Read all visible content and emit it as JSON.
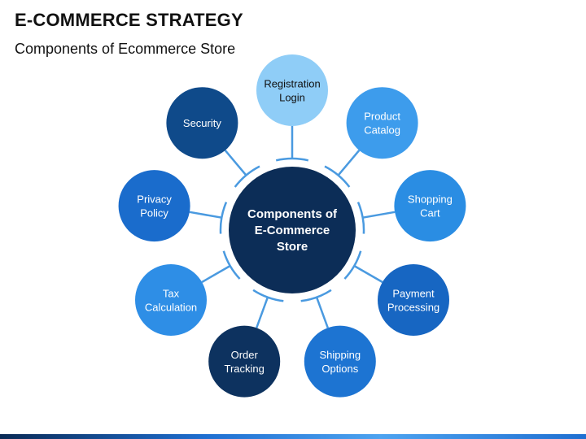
{
  "header": {
    "title": "E-COMMERCE STRATEGY",
    "subtitle": "Components of Ecommerce Store"
  },
  "center": {
    "lines": [
      "Components of",
      "E-Commerce",
      "Store"
    ],
    "color": "#0c2d57"
  },
  "nodes": [
    {
      "id": "registration-login",
      "lines": [
        "Registration",
        "Login"
      ],
      "color": "#8fcdf7",
      "text_color": "#111111",
      "angle": -90
    },
    {
      "id": "product-catalog",
      "lines": [
        "Product",
        "Catalog"
      ],
      "color": "#3d9cec",
      "text_color": "#ffffff",
      "angle": -50
    },
    {
      "id": "shopping-cart",
      "lines": [
        "Shopping",
        "Cart"
      ],
      "color": "#2a8de3",
      "text_color": "#ffffff",
      "angle": -10
    },
    {
      "id": "payment-processing",
      "lines": [
        "Payment",
        "Processing"
      ],
      "color": "#1766c2",
      "text_color": "#ffffff",
      "angle": 30
    },
    {
      "id": "shipping-options",
      "lines": [
        "Shipping",
        "Options"
      ],
      "color": "#1d74d2",
      "text_color": "#ffffff",
      "angle": 70
    },
    {
      "id": "order-tracking",
      "lines": [
        "Order",
        "Tracking"
      ],
      "color": "#0d325f",
      "text_color": "#ffffff",
      "angle": 110
    },
    {
      "id": "tax-calculation",
      "lines": [
        "Tax",
        "Calculation"
      ],
      "color": "#2e8ee6",
      "text_color": "#ffffff",
      "angle": 150
    },
    {
      "id": "privacy-policy",
      "lines": [
        "Privacy",
        "Policy"
      ],
      "color": "#1a6ccc",
      "text_color": "#ffffff",
      "angle": 190
    },
    {
      "id": "security",
      "lines": [
        "Security"
      ],
      "color": "#0f4a8a",
      "text_color": "#ffffff",
      "angle": 230
    }
  ]
}
